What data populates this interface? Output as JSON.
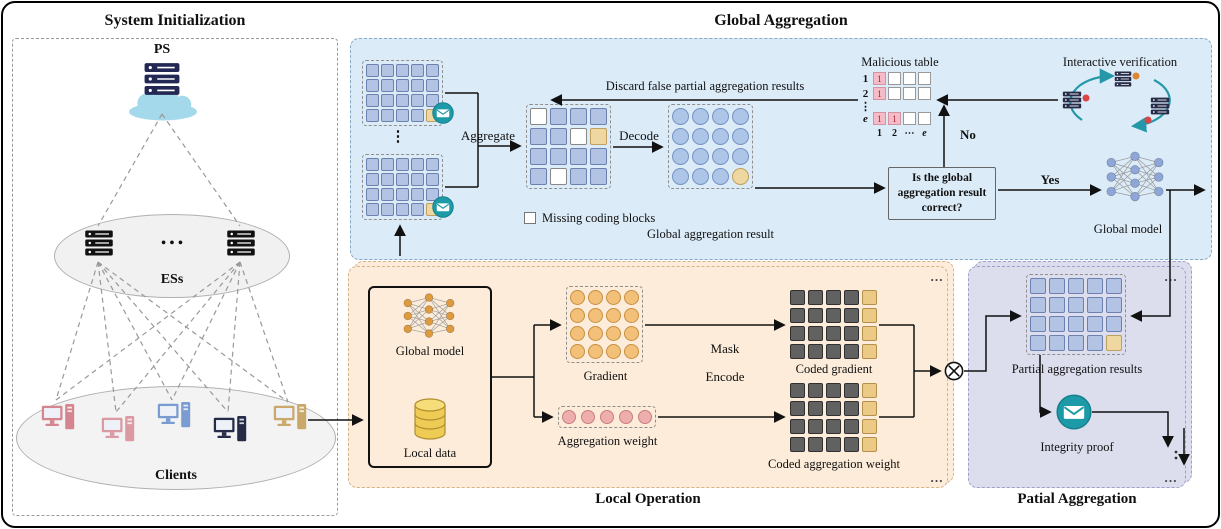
{
  "figure": {
    "system_initialization": {
      "title": "System Initialization",
      "ps_label": "PS",
      "es_label": "ESs",
      "es_dots": "•  •  •",
      "clients_label": "Clients"
    },
    "global_aggregation": {
      "title": "Global Aggregation",
      "stack_dots_vertical": "⋮",
      "aggregate_label": "Aggregate",
      "decode_label": "Decode",
      "missing_blocks_legend": "Missing coding blocks",
      "result_label": "Global aggregation result",
      "discard_label": "Discard false partial aggregation results",
      "decision_text": "Is the global aggregation result correct?",
      "no_label": "No",
      "yes_label": "Yes",
      "global_model_label": "Global model",
      "interactive_verification_label": "Interactive verification",
      "malicious_table": {
        "title": "Malicious table",
        "row_labels": [
          "1",
          "2",
          "e"
        ],
        "dots": "⋮",
        "col_labels": [
          "1",
          "2",
          "⋯",
          "e"
        ],
        "cells": [
          [
            "1",
            "",
            "",
            ""
          ],
          [
            "1",
            "",
            "",
            ""
          ],
          [
            "1",
            "1",
            "",
            ""
          ]
        ]
      }
    },
    "local_operation": {
      "title": "Local Operation",
      "global_model_label": "Global model",
      "local_data_label": "Local data",
      "gradient_label": "Gradient",
      "aggregation_weight_label": "Aggregation weight",
      "mask_label": "Mask",
      "encode_label": "Encode",
      "coded_gradient_label": "Coded gradient",
      "coded_aggregation_weight_label": "Coded aggregation weight",
      "stack_dots": "…"
    },
    "partial_aggregation": {
      "title": "Patial Aggregation",
      "results_label": "Partial aggregation results",
      "integrity_proof_label": "Integrity proof",
      "stack_dots": "…"
    }
  },
  "colors": {
    "blue_panel": "#dcebf8",
    "peach_panel": "#fcecd9",
    "lavender_panel": "#dcdeee",
    "pink_cell": "#f5bcc8",
    "teal": "#1d9aa8",
    "navy": "#232753",
    "tan": "#eed7a1"
  },
  "grids": {
    "partial_block_a": {
      "rows": 4,
      "cols": 5,
      "cell": 13,
      "gap": 2,
      "shape": "square",
      "color": "#b3c3e3",
      "border": "#6d81b0",
      "specials": [
        {
          "r": 3,
          "c": 4,
          "color": "#eed7a1",
          "border": "#bfa05e"
        }
      ]
    },
    "partial_block_b": {
      "rows": 4,
      "cols": 5,
      "cell": 13,
      "gap": 2,
      "shape": "square",
      "color": "#b3c3e3",
      "border": "#6d81b0",
      "specials": [
        {
          "r": 3,
          "c": 4,
          "color": "#eed7a1",
          "border": "#bfa05e"
        }
      ]
    },
    "aggregate": {
      "rows": 4,
      "cols": 4,
      "cell": 17,
      "gap": 3,
      "shape": "square",
      "color": "#b3c3e3",
      "border": "#6d81b0",
      "specials": [
        {
          "r": 0,
          "c": 0,
          "color": "#ffffff",
          "border": "#888888"
        },
        {
          "r": 1,
          "c": 2,
          "color": "#ffffff",
          "border": "#888888"
        },
        {
          "r": 3,
          "c": 1,
          "color": "#ffffff",
          "border": "#888888"
        },
        {
          "r": 1,
          "c": 3,
          "color": "#eed7a1",
          "border": "#bfa05e"
        }
      ]
    },
    "decoded": {
      "rows": 4,
      "cols": 4,
      "cell": 17,
      "gap": 3,
      "shape": "circle",
      "color": "#adc6e8",
      "border": "#7693c4",
      "specials": [
        {
          "r": 3,
          "c": 3,
          "color": "#eed7a1",
          "border": "#bfa05e"
        }
      ]
    },
    "gradient": {
      "rows": 4,
      "cols": 4,
      "cell": 15,
      "gap": 3,
      "shape": "circle",
      "color": "#f3c07a",
      "border": "#c78f3f",
      "specials": []
    },
    "agg_weight": {
      "rows": 1,
      "cols": 5,
      "cell": 14,
      "gap": 5,
      "shape": "circle",
      "color": "#efaeae",
      "border": "#c67f7f",
      "specials": []
    },
    "coded_gradient": {
      "rows": 4,
      "cols": 5,
      "cell": 15,
      "gap": 3,
      "shape": "square",
      "color": "#616161",
      "border": "#303030",
      "specials": [
        {
          "r": 0,
          "c": 4,
          "color": "#ecca86",
          "border": "#b3914d"
        },
        {
          "r": 1,
          "c": 4,
          "color": "#ecca86",
          "border": "#b3914d"
        },
        {
          "r": 2,
          "c": 4,
          "color": "#ecca86",
          "border": "#b3914d"
        },
        {
          "r": 3,
          "c": 4,
          "color": "#ecca86",
          "border": "#b3914d"
        }
      ]
    },
    "coded_weight": {
      "rows": 4,
      "cols": 5,
      "cell": 15,
      "gap": 3,
      "shape": "square",
      "color": "#616161",
      "border": "#303030",
      "specials": [
        {
          "r": 0,
          "c": 4,
          "color": "#ecca86",
          "border": "#b3914d"
        },
        {
          "r": 1,
          "c": 4,
          "color": "#ecca86",
          "border": "#b3914d"
        },
        {
          "r": 2,
          "c": 4,
          "color": "#ecca86",
          "border": "#b3914d"
        },
        {
          "r": 3,
          "c": 4,
          "color": "#ecca86",
          "border": "#b3914d"
        }
      ]
    },
    "partial_result": {
      "rows": 4,
      "cols": 5,
      "cell": 16,
      "gap": 3,
      "shape": "square",
      "color": "#b3c3e3",
      "border": "#6d81b0",
      "specials": [
        {
          "r": 3,
          "c": 4,
          "color": "#eed7a1",
          "border": "#bfa05e"
        }
      ]
    }
  }
}
